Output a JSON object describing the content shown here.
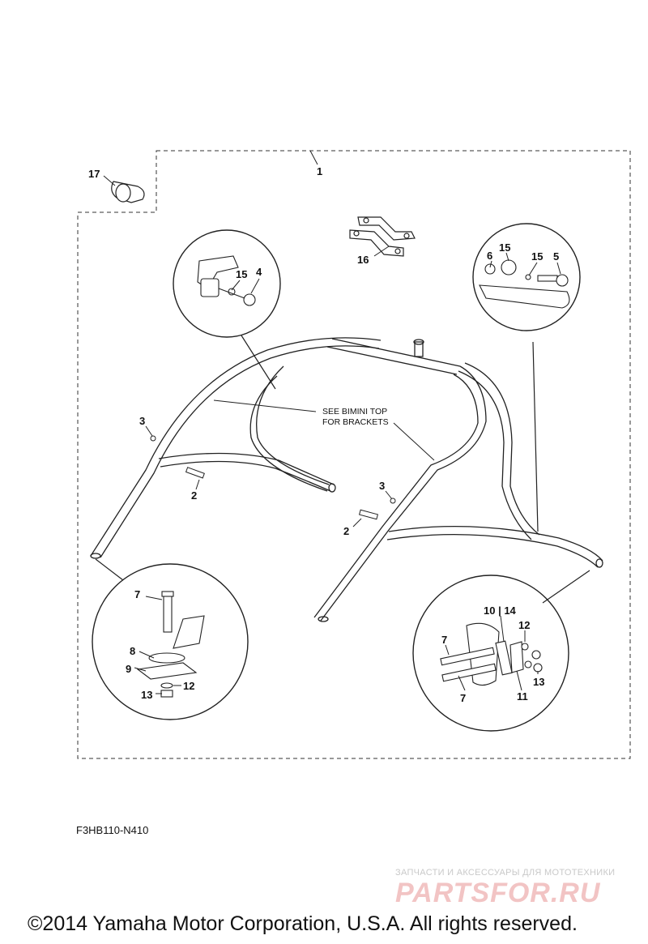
{
  "diagram": {
    "callouts": [
      {
        "id": "c1",
        "text": "1"
      },
      {
        "id": "c17",
        "text": "17"
      },
      {
        "id": "c16",
        "text": "16"
      },
      {
        "id": "c15a",
        "text": "15"
      },
      {
        "id": "c4",
        "text": "4"
      },
      {
        "id": "c6",
        "text": "6"
      },
      {
        "id": "c15b",
        "text": "15"
      },
      {
        "id": "c15c",
        "text": "15"
      },
      {
        "id": "c5",
        "text": "5"
      },
      {
        "id": "c3a",
        "text": "3"
      },
      {
        "id": "c2a",
        "text": "2"
      },
      {
        "id": "c3b",
        "text": "3"
      },
      {
        "id": "c2b",
        "text": "2"
      },
      {
        "id": "c7a",
        "text": "7"
      },
      {
        "id": "c8",
        "text": "8"
      },
      {
        "id": "c9",
        "text": "9"
      },
      {
        "id": "c13a",
        "text": "13"
      },
      {
        "id": "c12a",
        "text": "12"
      },
      {
        "id": "c1014",
        "text": "10 | 14"
      },
      {
        "id": "c12b",
        "text": "12"
      },
      {
        "id": "c7b",
        "text": "7"
      },
      {
        "id": "c13b",
        "text": "13"
      },
      {
        "id": "c11",
        "text": "11"
      },
      {
        "id": "c7c",
        "text": "7"
      }
    ],
    "note": {
      "line1": "SEE BIMINI TOP",
      "line2": "FOR BRACKETS"
    }
  },
  "footer": {
    "figure_code": "F3HB110-N410",
    "watermark_small": "ЗАПЧАСТИ И АКСЕССУАРЫ ДЛЯ МОТОТЕХНИКИ",
    "watermark_big": "PARTSFOR.RU",
    "copyright": "©2014 Yamaha Motor Corporation, U.S.A. All rights reserved."
  }
}
